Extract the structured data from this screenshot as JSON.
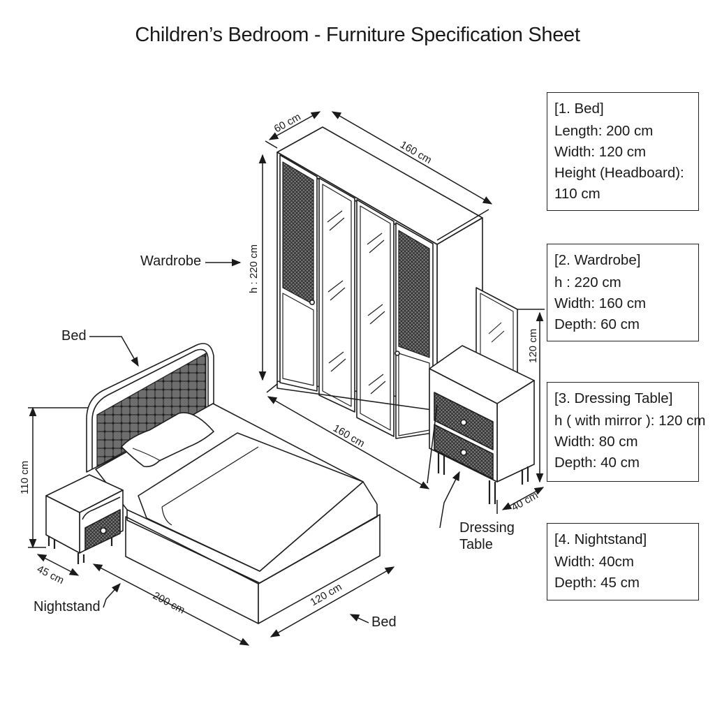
{
  "title": "Children’s Bedroom - Furniture Specification Sheet",
  "specs": [
    {
      "heading": "[1. Bed]",
      "lines": [
        "Length: 200 cm",
        "Width: 120 cm",
        "Height (Headboard):",
        "110 cm"
      ]
    },
    {
      "heading": "[2. Wardrobe]",
      "lines": [
        "h : 220 cm",
        "Width: 160 cm",
        "Depth: 60 cm"
      ]
    },
    {
      "heading": "[3. Dressing Table]",
      "lines": [
        "h ( with mirror ): 120 cm",
        "Width: 80 cm",
        "Depth: 40 cm"
      ]
    },
    {
      "heading": "[4. Nightstand]",
      "lines": [
        "Width: 40cm",
        "Depth: 45 cm"
      ]
    }
  ],
  "callouts": {
    "wardrobe": "Wardrobe",
    "bed_top": "Bed",
    "bed_bottom": "Bed",
    "nightstand": "Nightstand",
    "dressing_line1": "Dressing",
    "dressing_line2": "Table"
  },
  "dimensions": {
    "wardrobe_depth": "60 cm",
    "wardrobe_width_top": "160 cm",
    "wardrobe_height": "h : 220 cm",
    "wardrobe_width_bottom": "160 cm",
    "dressing_height": "120 cm",
    "dressing_depth": "40 cm",
    "bed_headboard_height": "110 cm",
    "nightstand_depth": "45 cm",
    "bed_length": "200 cm",
    "bed_width": "120 cm"
  }
}
